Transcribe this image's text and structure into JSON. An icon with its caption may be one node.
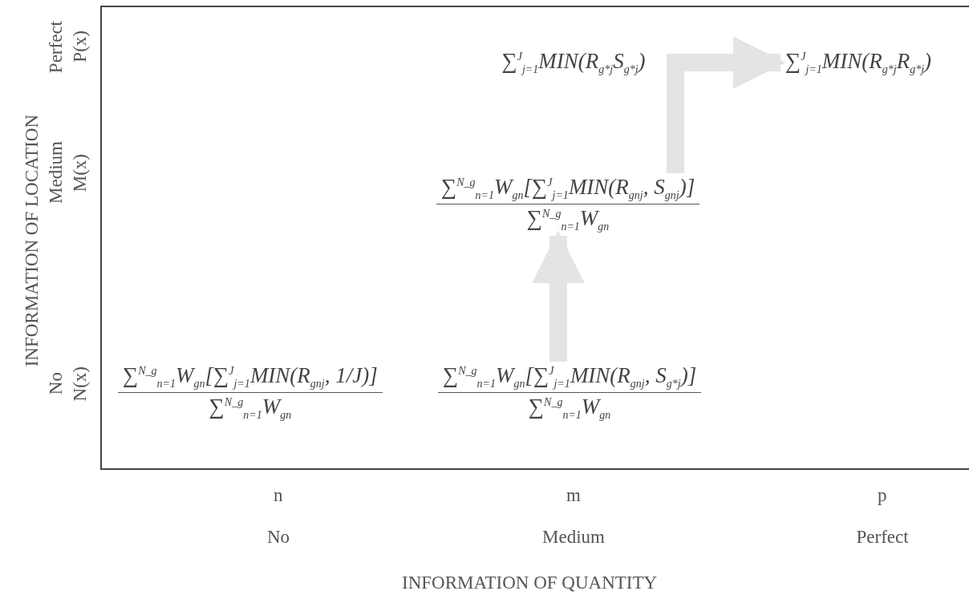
{
  "diagram": {
    "nodes": [
      {
        "text": [
          "∑$^{J}$$_{j=1}$MIN(R$_{g*j}$S$_{g*j}$)"
        ]
      },
      {
        "text": [
          "∑$^{J}$$_{j=1}$MIN(R$_{g*j}$R$_{g*j}$)"
        ]
      },
      {
        "text": [
          "∑$^{N_g}$$_{n=1}$W$_{gn}$[∑$^{J}$$_{j=1}$MIN(R$_{gnj}$, S$_{gnj}$)]",
          "∑$^{N_g}$$_{n=1}$W$_{gn}$"
        ]
      },
      {
        "text": [
          "∑$^{N_g}$$_{n=1}$W$_{gn}$[∑$^{J}$$_{j=1}$MIN(R$_{gnj}$, 1/J)]",
          "∑$^{N_g}$$_{n=1}$W$_{gn}$"
        ]
      },
      {
        "text": [
          "∑$^{N_g}$$_{n=1}$W$_{gn}$[∑$^{J}$$_{j=1}$MIN(R$_{gnj}$, S$_{g*j}$)]",
          "∑$^{N_g}$$_{n=1}$W$_{gn}$"
        ]
      }
    ],
    "edges": [
      {
        "from": 4,
        "to": 2,
        "arrow": "to"
      },
      {
        "from": 2,
        "to": 1,
        "arrow": "to"
      }
    ],
    "labels": [
      "INFORMATION OF LOCATION",
      "Perfect",
      "P(x)",
      "Medium",
      "M(x)",
      "No",
      "N(x)",
      "n",
      "m",
      "p",
      "No",
      "Medium",
      "Perfect",
      "INFORMATION OF QUANTITY"
    ]
  }
}
